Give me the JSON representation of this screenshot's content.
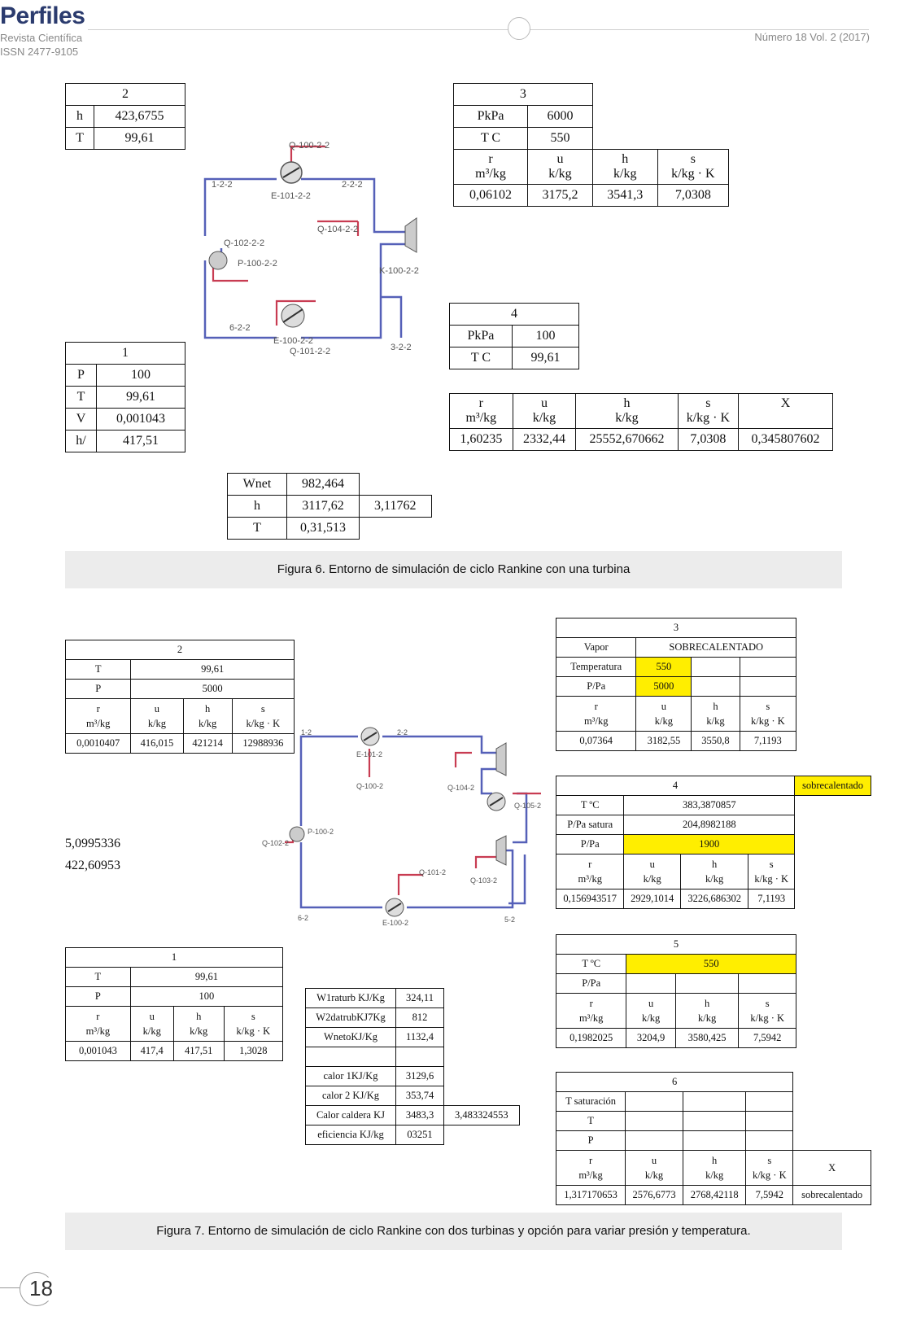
{
  "header": {
    "logo": "Perfiles",
    "subtitle1": "Revista Científica",
    "subtitle2": "ISSN 2477-9105",
    "issue": "Número 18 Vol. 2 (2017)"
  },
  "fig6": {
    "t2": {
      "title": "2",
      "rows": [
        [
          "h",
          "423,6755"
        ],
        [
          "T",
          "99,61"
        ]
      ]
    },
    "t3": {
      "title": "3",
      "rows": [
        [
          "PkPa",
          "6000"
        ],
        [
          "T C",
          "550"
        ]
      ],
      "headers": [
        [
          "r",
          "m³/kg"
        ],
        [
          "u",
          "k/kg"
        ],
        [
          "h",
          "k/kg"
        ],
        [
          "s",
          "k/kg · K"
        ]
      ],
      "values": [
        "0,06102",
        "3175,2",
        "3541,3",
        "7,0308"
      ]
    },
    "t1": {
      "title": "1",
      "rows": [
        [
          "P",
          "100"
        ],
        [
          "T",
          "99,61"
        ],
        [
          "V",
          "0,001043"
        ],
        [
          "h/",
          "417,51"
        ]
      ]
    },
    "t4a": {
      "title": "4",
      "rows": [
        [
          "PkPa",
          "100"
        ],
        [
          "T C",
          "99,61"
        ]
      ]
    },
    "t4b": {
      "headers": [
        [
          "r",
          "m³/kg"
        ],
        [
          "u",
          "k/kg"
        ],
        [
          "h",
          "k/kg"
        ],
        [
          "s",
          "k/kg · K"
        ],
        [
          "X",
          ""
        ]
      ],
      "values": [
        "1,60235",
        "2332,44",
        "25552,670662",
        "7,0308",
        "0,345807602"
      ]
    },
    "wnet": {
      "rows": [
        [
          "Wnet",
          "982,464",
          ""
        ],
        [
          "h",
          "3117,62",
          "3,11762"
        ],
        [
          "T",
          "0,31,513",
          ""
        ]
      ]
    },
    "diagram_labels": [
      "Q-100-2-2",
      "1-2-2",
      "E-101-2-2",
      "2-2-2",
      "Q-104-2-2",
      "Q-102-2-2",
      "P-100-2-2",
      "K-100-2-2",
      "6-2-2",
      "E-100-2-2",
      "Q-101-2-2",
      "3-2-2"
    ],
    "caption": "Figura 6. Entorno de simulación de ciclo Rankine con una turbina"
  },
  "fig7": {
    "t2": {
      "title": "2",
      "rows": [
        [
          "T",
          "99,61"
        ],
        [
          "P",
          "5000"
        ]
      ],
      "headers": [
        [
          "r",
          "m³/kg"
        ],
        [
          "u",
          "k/kg"
        ],
        [
          "h",
          "k/kg"
        ],
        [
          "s",
          "k/kg · K"
        ]
      ],
      "values": [
        "0,0010407",
        "416,015",
        "421214",
        "12988936"
      ]
    },
    "side_values": [
      "5,0995336",
      "422,60953"
    ],
    "t3": {
      "title": "3",
      "vapor_label": "Vapor",
      "vapor_value": "SOBRECALENTADO",
      "temp_label": "Temperatura",
      "temp_value": "550",
      "p_label": "P/Pa",
      "p_value": "5000",
      "headers": [
        [
          "r",
          "m³/kg"
        ],
        [
          "u",
          "k/kg"
        ],
        [
          "h",
          "k/kg"
        ],
        [
          "s",
          "k/kg · K"
        ]
      ],
      "values": [
        "0,07364",
        "3182,55",
        "3550,8",
        "7,1193"
      ]
    },
    "t4": {
      "title": "4",
      "tag": "sobrecalentado",
      "rows": [
        [
          "T ºC",
          "383,3870857"
        ],
        [
          "P/Pa satura",
          "204,8982188"
        ],
        [
          "P/Pa",
          "1900"
        ]
      ],
      "headers": [
        [
          "r",
          "m³/kg"
        ],
        [
          "u",
          "k/kg"
        ],
        [
          "h",
          "k/kg"
        ],
        [
          "s",
          "k/kg · K"
        ]
      ],
      "values": [
        "0,156943517",
        "2929,1014",
        "3226,686302",
        "7,1193"
      ]
    },
    "t1": {
      "title": "1",
      "rows": [
        [
          "T",
          "99,61"
        ],
        [
          "P",
          "100"
        ]
      ],
      "headers": [
        [
          "r",
          "m³/kg"
        ],
        [
          "u",
          "k/kg"
        ],
        [
          "h",
          "k/kg"
        ],
        [
          "s",
          "k/kg · K"
        ]
      ],
      "values": [
        "0,001043",
        "417,4",
        "417,51",
        "1,3028"
      ]
    },
    "t5": {
      "title": "5",
      "rows": [
        [
          "T ºC",
          "550"
        ],
        [
          "P/Pa",
          ""
        ]
      ],
      "headers": [
        [
          "r",
          "m³/kg"
        ],
        [
          "u",
          "k/kg"
        ],
        [
          "h",
          "k/kg"
        ],
        [
          "s",
          "k/kg · K"
        ]
      ],
      "values": [
        "0,1982025",
        "3204,9",
        "3580,425",
        "7,5942"
      ]
    },
    "work": {
      "rows": [
        [
          "W1raturb KJ/Kg",
          "324,11"
        ],
        [
          "W2datrubKJ7Kg",
          "812"
        ],
        [
          "WnetoKJ/Kg",
          "1132,4"
        ],
        [
          "",
          ""
        ],
        [
          "calor 1KJ/Kg",
          "3129,6"
        ],
        [
          "calor 2 KJ/Kg",
          "353,74"
        ],
        [
          "Calor caldera KJ",
          "3483,3"
        ],
        [
          "eficiencia KJ/kg",
          "03251"
        ]
      ],
      "extra": "3,483324553"
    },
    "t6": {
      "title": "6",
      "rows": [
        [
          "T saturación",
          ""
        ],
        [
          "T",
          ""
        ],
        [
          "P",
          ""
        ]
      ],
      "headers": [
        [
          "r",
          "m³/kg"
        ],
        [
          "u",
          "k/kg"
        ],
        [
          "h",
          "k/kg"
        ],
        [
          "s",
          "k/kg · K"
        ],
        [
          "X",
          ""
        ]
      ],
      "values": [
        "1,317170653",
        "2576,6773",
        "2768,42118",
        "7,5942",
        "sobrecalentado"
      ]
    },
    "diagram_labels": [
      "1-2",
      "E-101-2",
      "2-2",
      "Q-100-2",
      "Q-104-2",
      "P-100-2",
      "Q-102-2",
      "Q-105-2",
      "Q-101-2",
      "Q-103-2",
      "E-100-2",
      "6-2",
      "5-2"
    ],
    "caption": "Figura 7. Entorno de simulación de ciclo Rankine con dos turbinas y opción para variar presión y temperatura."
  },
  "page_number": "18"
}
